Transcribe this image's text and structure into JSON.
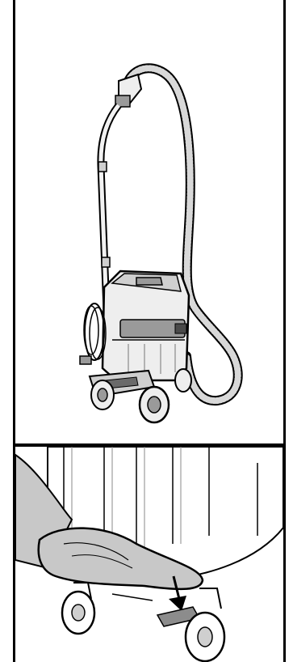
{
  "document": {
    "figures": [
      {
        "id": "fig-1",
        "icon": "vacuum-cleaner-with-hose-and-wand"
      },
      {
        "id": "fig-2",
        "icon": "foot-pressing-caster-brake"
      }
    ]
  },
  "colors": {
    "line": "#000000",
    "fill_light": "#eeeeee",
    "fill_mid": "#cfcfcf",
    "fill_dark": "#9a9a9a",
    "foot": "#c8c8c8",
    "pedal": "#8c8c8c"
  }
}
